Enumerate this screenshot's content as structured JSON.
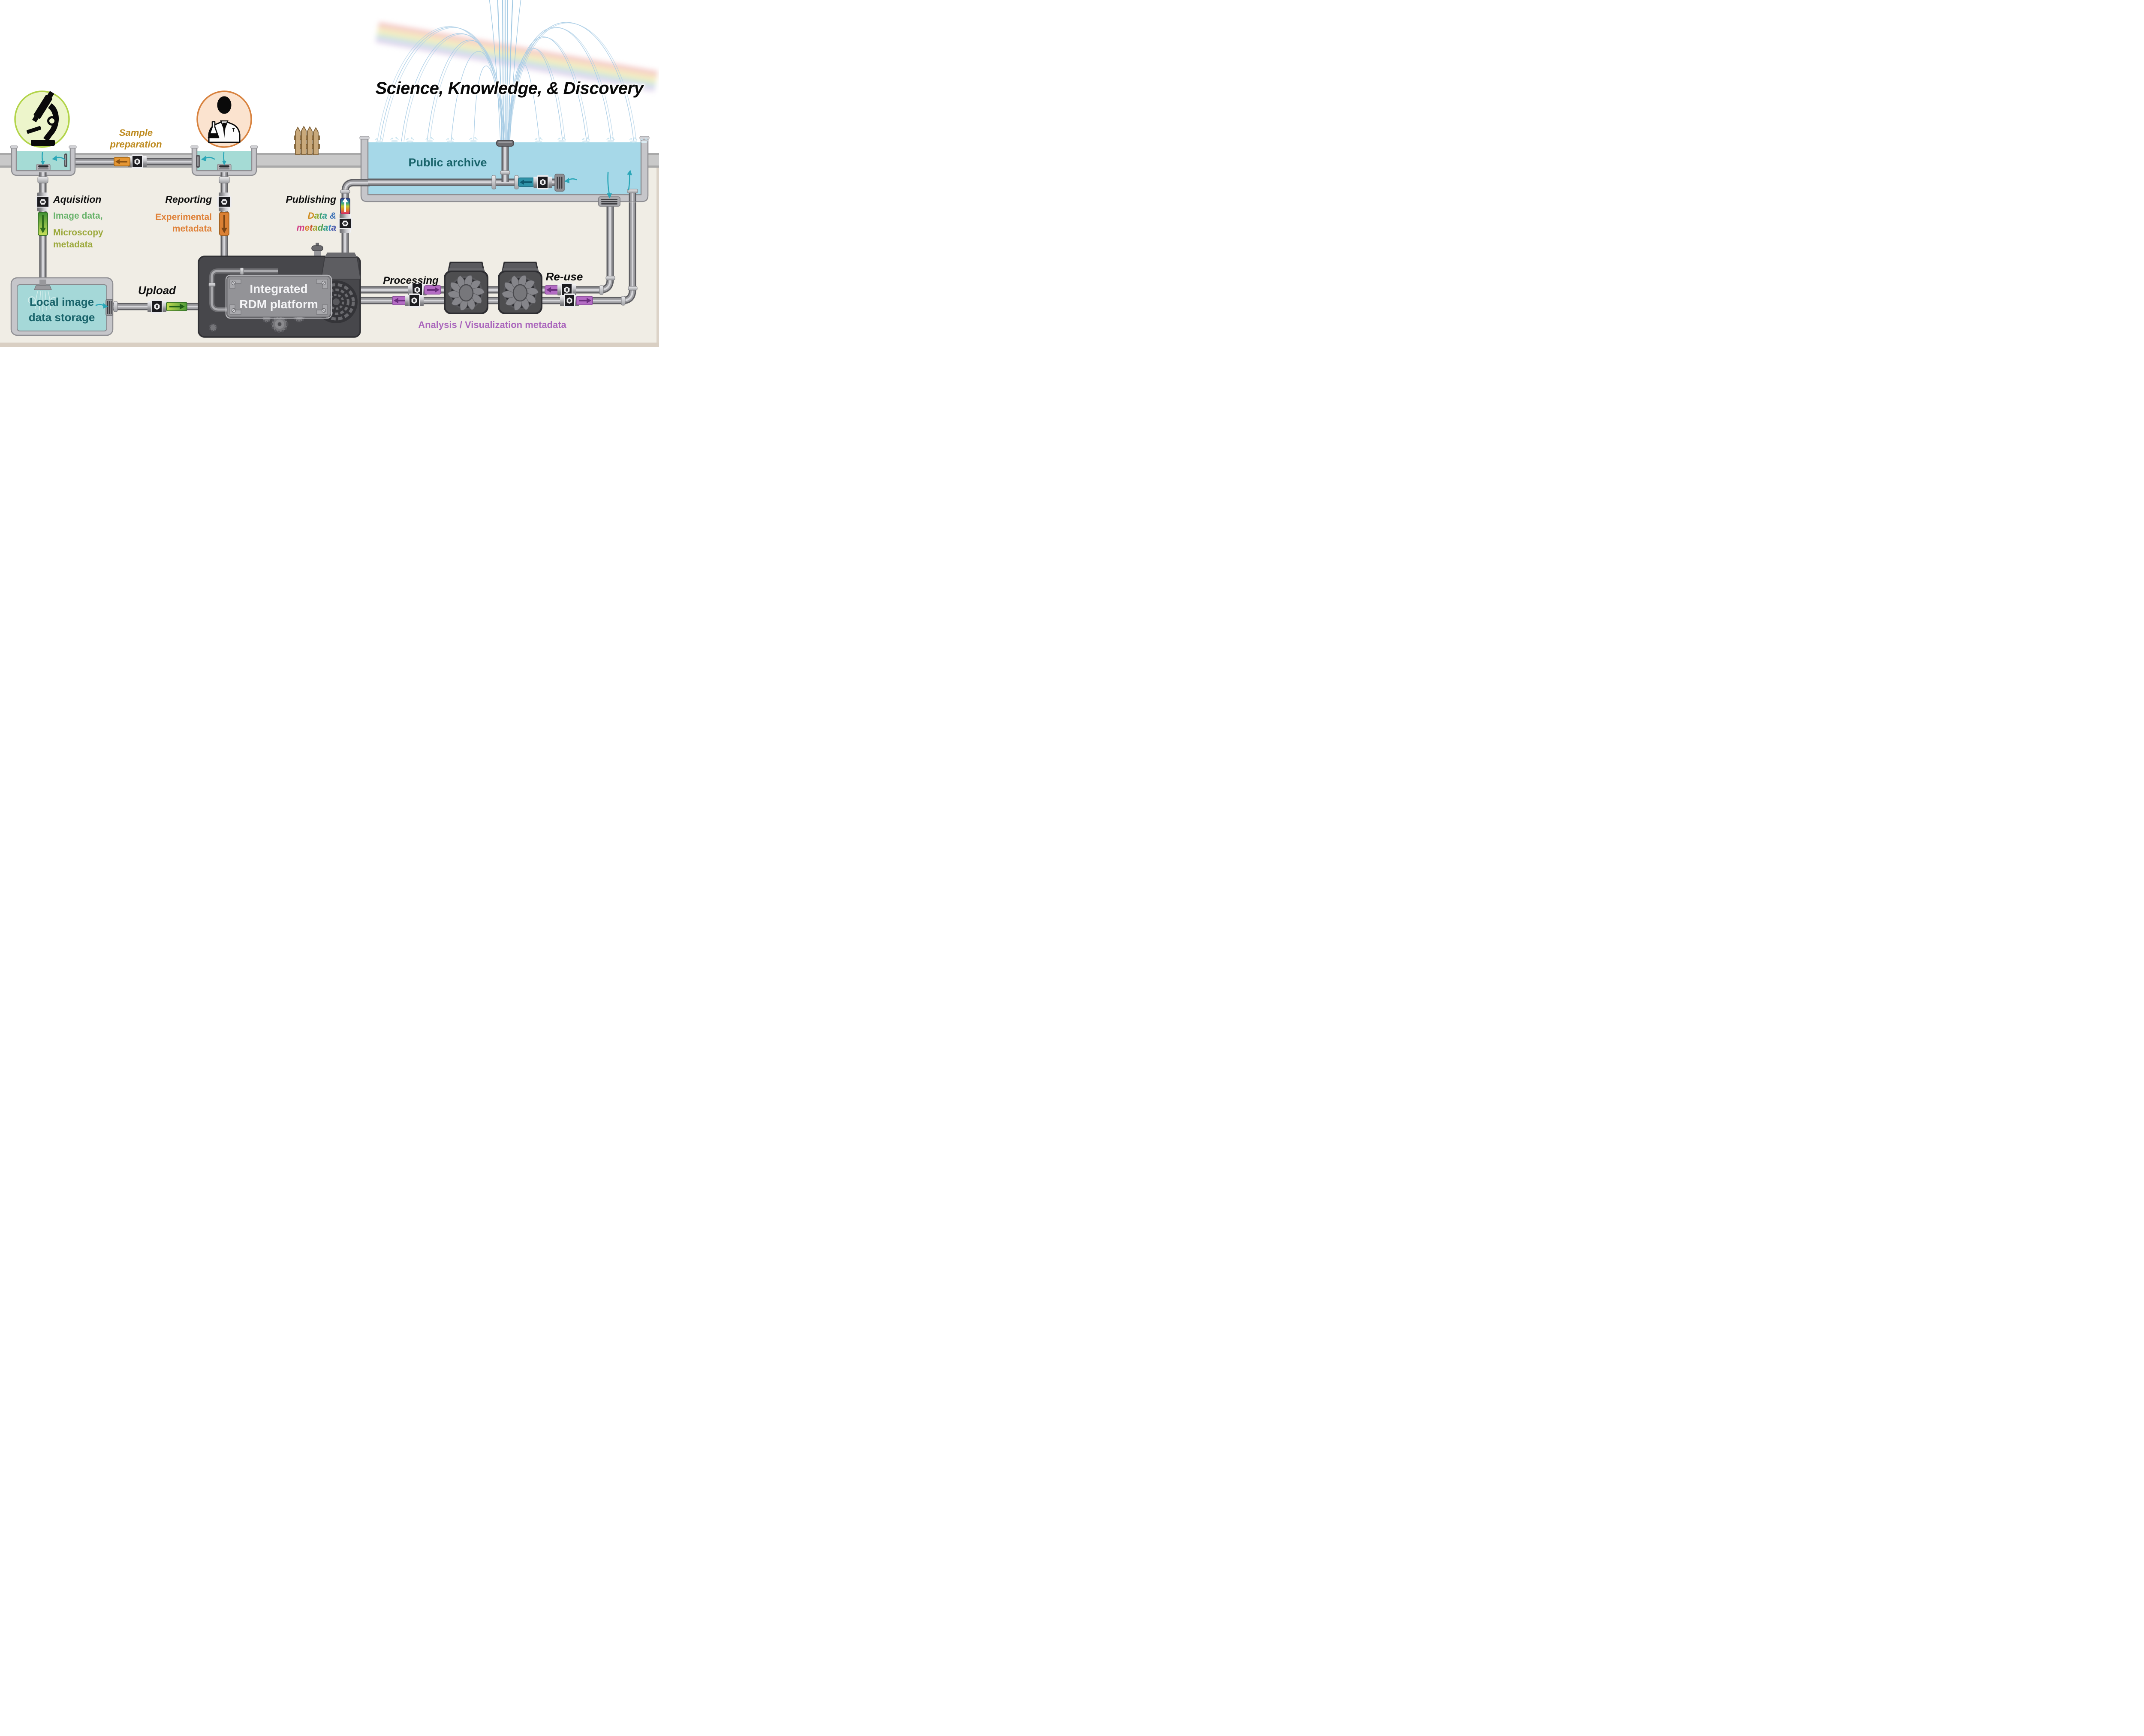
{
  "title": "Science, Knowledge, & Discovery",
  "stages": {
    "sample_preparation": {
      "label": "Sample\npreparation",
      "color": "#BE8A1E",
      "flow_direction": "left"
    },
    "acquisition": {
      "label": "Aquisition",
      "data_label_1": "Image data,",
      "data_label_2": "Microscopy\nmetadata",
      "color_data1": "#69B36B",
      "color_data2": "#9CA93C",
      "flow_direction": "down"
    },
    "reporting": {
      "label": "Reporting",
      "data_label": "Experimental\nmetadata",
      "color": "#DF8138",
      "flow_direction": "down"
    },
    "publishing": {
      "label": "Publishing",
      "data_line1_letters": [
        {
          "ch": "D",
          "c": "#CE8918"
        },
        {
          "ch": "a",
          "c": "#8FA92F"
        },
        {
          "ch": "t",
          "c": "#3AA06C"
        },
        {
          "ch": "a",
          "c": "#2D9C8C"
        },
        {
          "ch": " ",
          "c": "#000000"
        },
        {
          "ch": "&",
          "c": "#3A70B6"
        }
      ],
      "data_line2_letters": [
        {
          "ch": "m",
          "c": "#D13C86"
        },
        {
          "ch": "e",
          "c": "#D87E27"
        },
        {
          "ch": "t",
          "c": "#C8552B"
        },
        {
          "ch": "a",
          "c": "#A3A32F"
        },
        {
          "ch": "d",
          "c": "#4FA04F"
        },
        {
          "ch": "a",
          "c": "#2F9C87"
        },
        {
          "ch": "t",
          "c": "#3A7FBF"
        },
        {
          "ch": "a",
          "c": "#4050A8"
        }
      ],
      "flow_direction": "up"
    },
    "upload": {
      "label": "Upload",
      "color_badge": "#4E9A38",
      "flow_direction": "right"
    },
    "processing": {
      "label": "Processing",
      "color_badge": "#B46CC4"
    },
    "reuse": {
      "label": "Re-use",
      "color_badge": "#B46CC4"
    },
    "analysis": {
      "label": "Analysis / Visualization metadata",
      "color": "#AA66BC"
    }
  },
  "containers": {
    "public_archive": {
      "label": "Public archive",
      "text_color": "#19646B",
      "water_color": "#A6D8E8"
    },
    "local_storage": {
      "label": "Local image\ndata storage",
      "text_color": "#19646B",
      "water_color": "#A5D8D8"
    },
    "rdm_platform": {
      "label": "Integrated\nRDM platform",
      "text_color": "#F4F4F6",
      "body_color": "#47474B"
    }
  },
  "icons": {
    "microscope": {
      "name": "microscope-icon",
      "circle_fill": "#EDF5CB",
      "circle_stroke": "#B2D449"
    },
    "scientist": {
      "name": "scientist-icon",
      "circle_fill": "#FBE3CF",
      "circle_stroke": "#D8823E"
    },
    "fence": {
      "name": "fence-icon",
      "fill": "#C9A97B"
    },
    "fountain": {
      "name": "fountain-icon",
      "stream_color": "#A9CDE6"
    },
    "rainbow": {
      "name": "rainbow-icon"
    }
  },
  "colors": {
    "background_lower": "#F0EDE5",
    "ground_bar": "#C9C9C9",
    "pipe_gray": "#9B9B9F",
    "arrow_teal": "#2AA7B8",
    "badge_teal": "#2F93A8",
    "badge_orange": "#E59633",
    "badge_purple": "#B46CC4",
    "badge_green_dark": "#3F8F33",
    "badge_green_light": "#C8E05A"
  }
}
